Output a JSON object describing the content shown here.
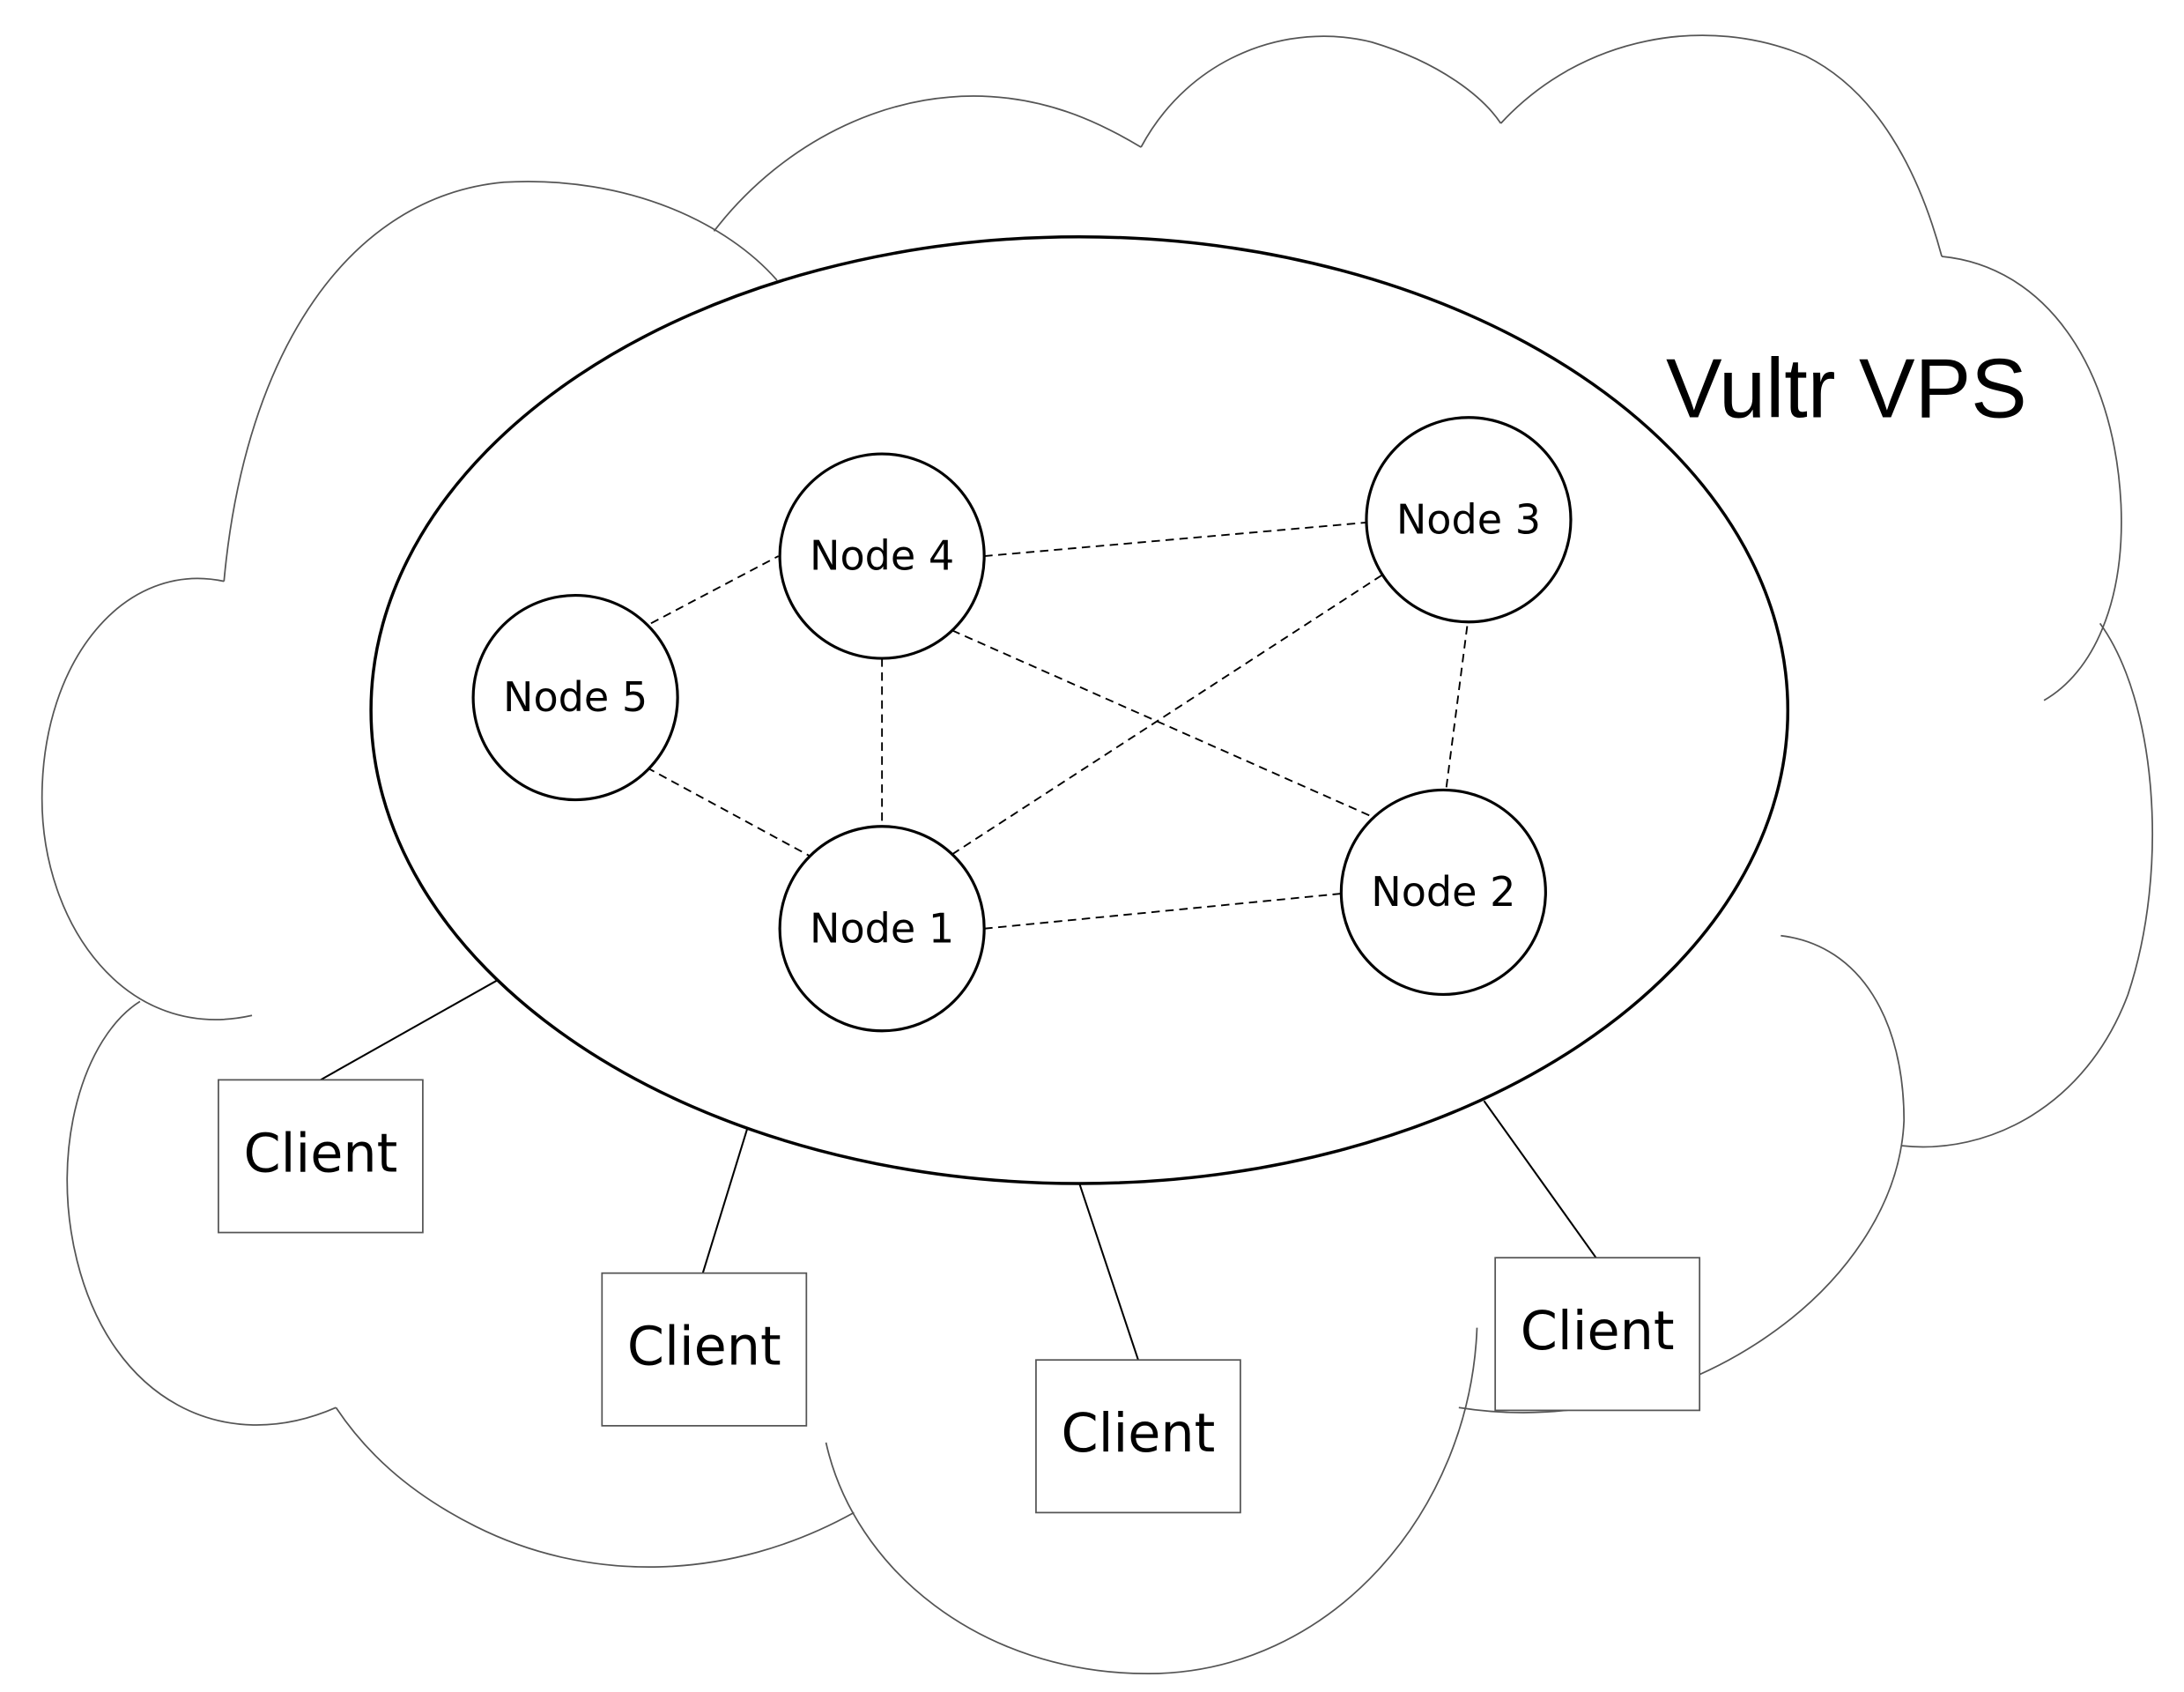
{
  "diagram": {
    "title": "Vultr VPS",
    "nodes": [
      {
        "id": "n1",
        "label": "Node 1"
      },
      {
        "id": "n2",
        "label": "Node 2"
      },
      {
        "id": "n3",
        "label": "Node 3"
      },
      {
        "id": "n4",
        "label": "Node 4"
      },
      {
        "id": "n5",
        "label": "Node 5"
      }
    ],
    "edges": [
      [
        "n5",
        "n4"
      ],
      [
        "n4",
        "n3"
      ],
      [
        "n5",
        "n1"
      ],
      [
        "n4",
        "n1"
      ],
      [
        "n4",
        "n2"
      ],
      [
        "n1",
        "n3"
      ],
      [
        "n3",
        "n2"
      ],
      [
        "n1",
        "n2"
      ]
    ],
    "clients": [
      {
        "label": "Client"
      },
      {
        "label": "Client"
      },
      {
        "label": "Client"
      },
      {
        "label": "Client"
      }
    ]
  }
}
